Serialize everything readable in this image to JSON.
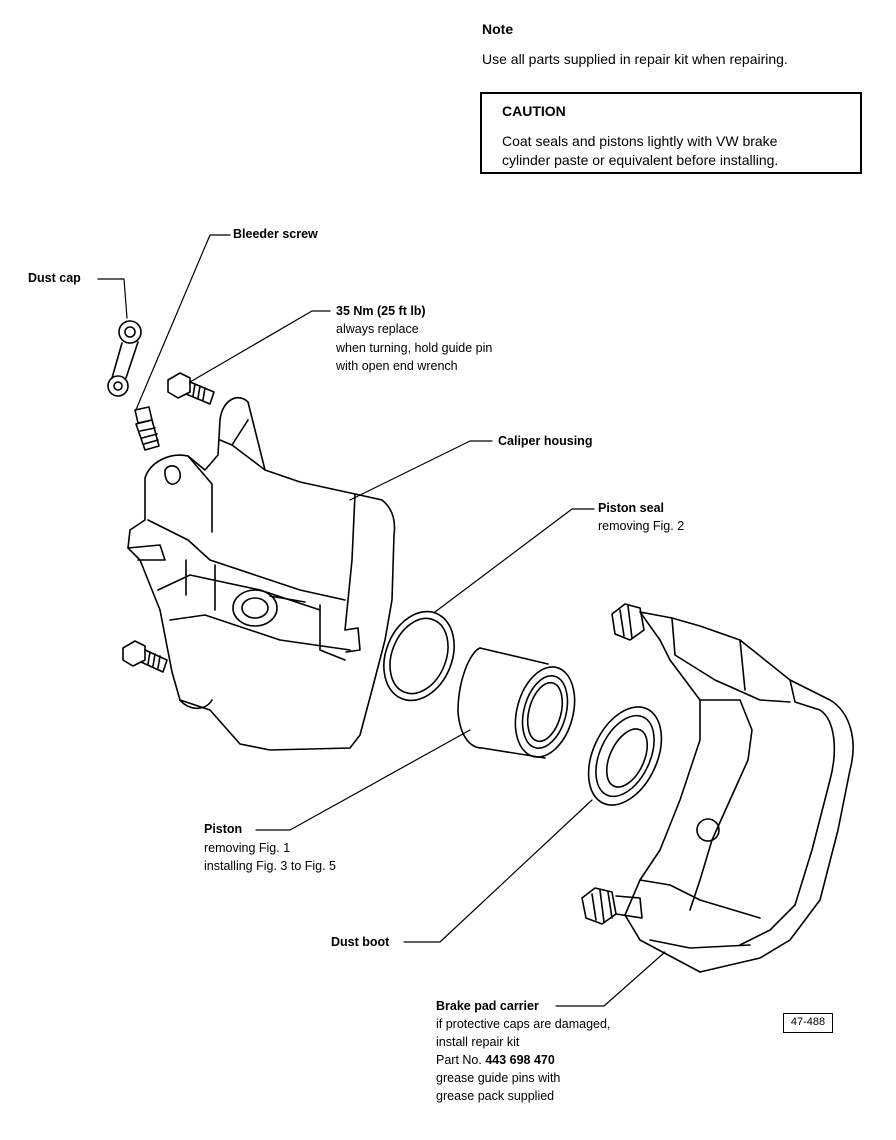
{
  "note": {
    "title": "Note",
    "text": "Use all parts supplied in repair kit when repairing."
  },
  "caution": {
    "title": "CAUTION",
    "lines": [
      "Coat seals and pistons lightly with VW brake",
      "cylinder paste or equivalent before installing."
    ]
  },
  "labels": {
    "bleeder_screw": "Bleeder screw",
    "dust_cap": "Dust cap",
    "torque": {
      "title": "35 Nm (25 ft lb)",
      "lines": [
        "always replace",
        "when turning, hold guide pin",
        "with open end wrench"
      ]
    },
    "caliper_housing": "Caliper housing",
    "piston_seal": {
      "title": "Piston seal",
      "lines": [
        "removing Fig. 2"
      ]
    },
    "piston": {
      "title": "Piston",
      "lines": [
        "removing Fig. 1",
        "installing Fig. 3 to Fig. 5"
      ]
    },
    "dust_boot": "Dust boot",
    "brake_pad_carrier": {
      "title": "Brake pad carrier",
      "line1": "if protective caps are damaged,",
      "line2": "install repair kit",
      "part_prefix": "Part No. ",
      "part_number": "443 698 470",
      "line4": "grease guide pins with",
      "line5": "grease pack supplied"
    }
  },
  "figure_number": "47-488"
}
